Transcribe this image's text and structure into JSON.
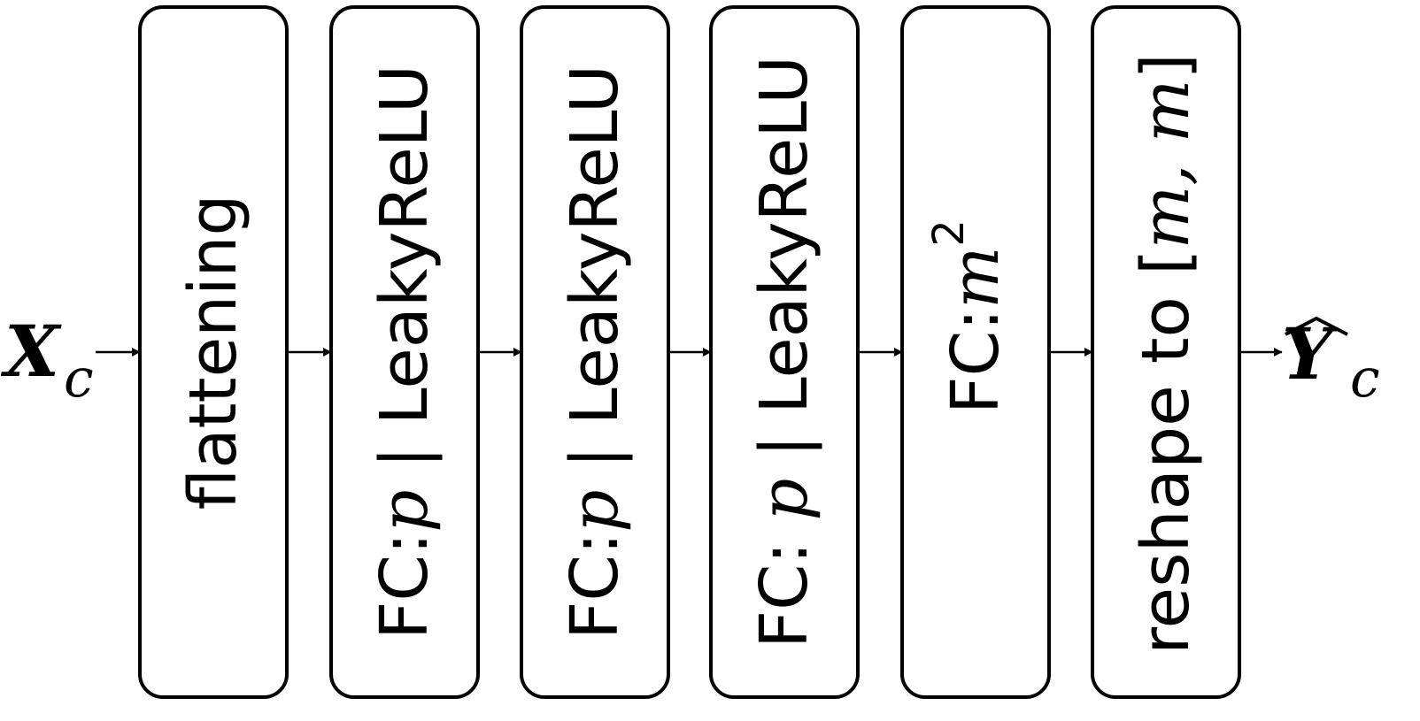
{
  "input_label": {
    "main": "X",
    "sub": "c"
  },
  "output_label": {
    "main": "Y",
    "sub": "c",
    "accent": "hat"
  },
  "blocks": [
    {
      "text": "flattening"
    },
    {
      "pre": "FC:",
      "math": "p",
      "post": " | LeakyReLU"
    },
    {
      "pre": "FC:",
      "math": "p",
      "post": " | LeakyReLU"
    },
    {
      "pre": "FC: ",
      "math": "p",
      "post": " | LeakyReLU"
    },
    {
      "pre": "FC:",
      "math": "m",
      "sup": "2"
    },
    {
      "pre": "reshape to [",
      "math": "m, m",
      "post": "]"
    }
  ],
  "colors": {
    "stroke": "#000000",
    "background": "#ffffff"
  }
}
